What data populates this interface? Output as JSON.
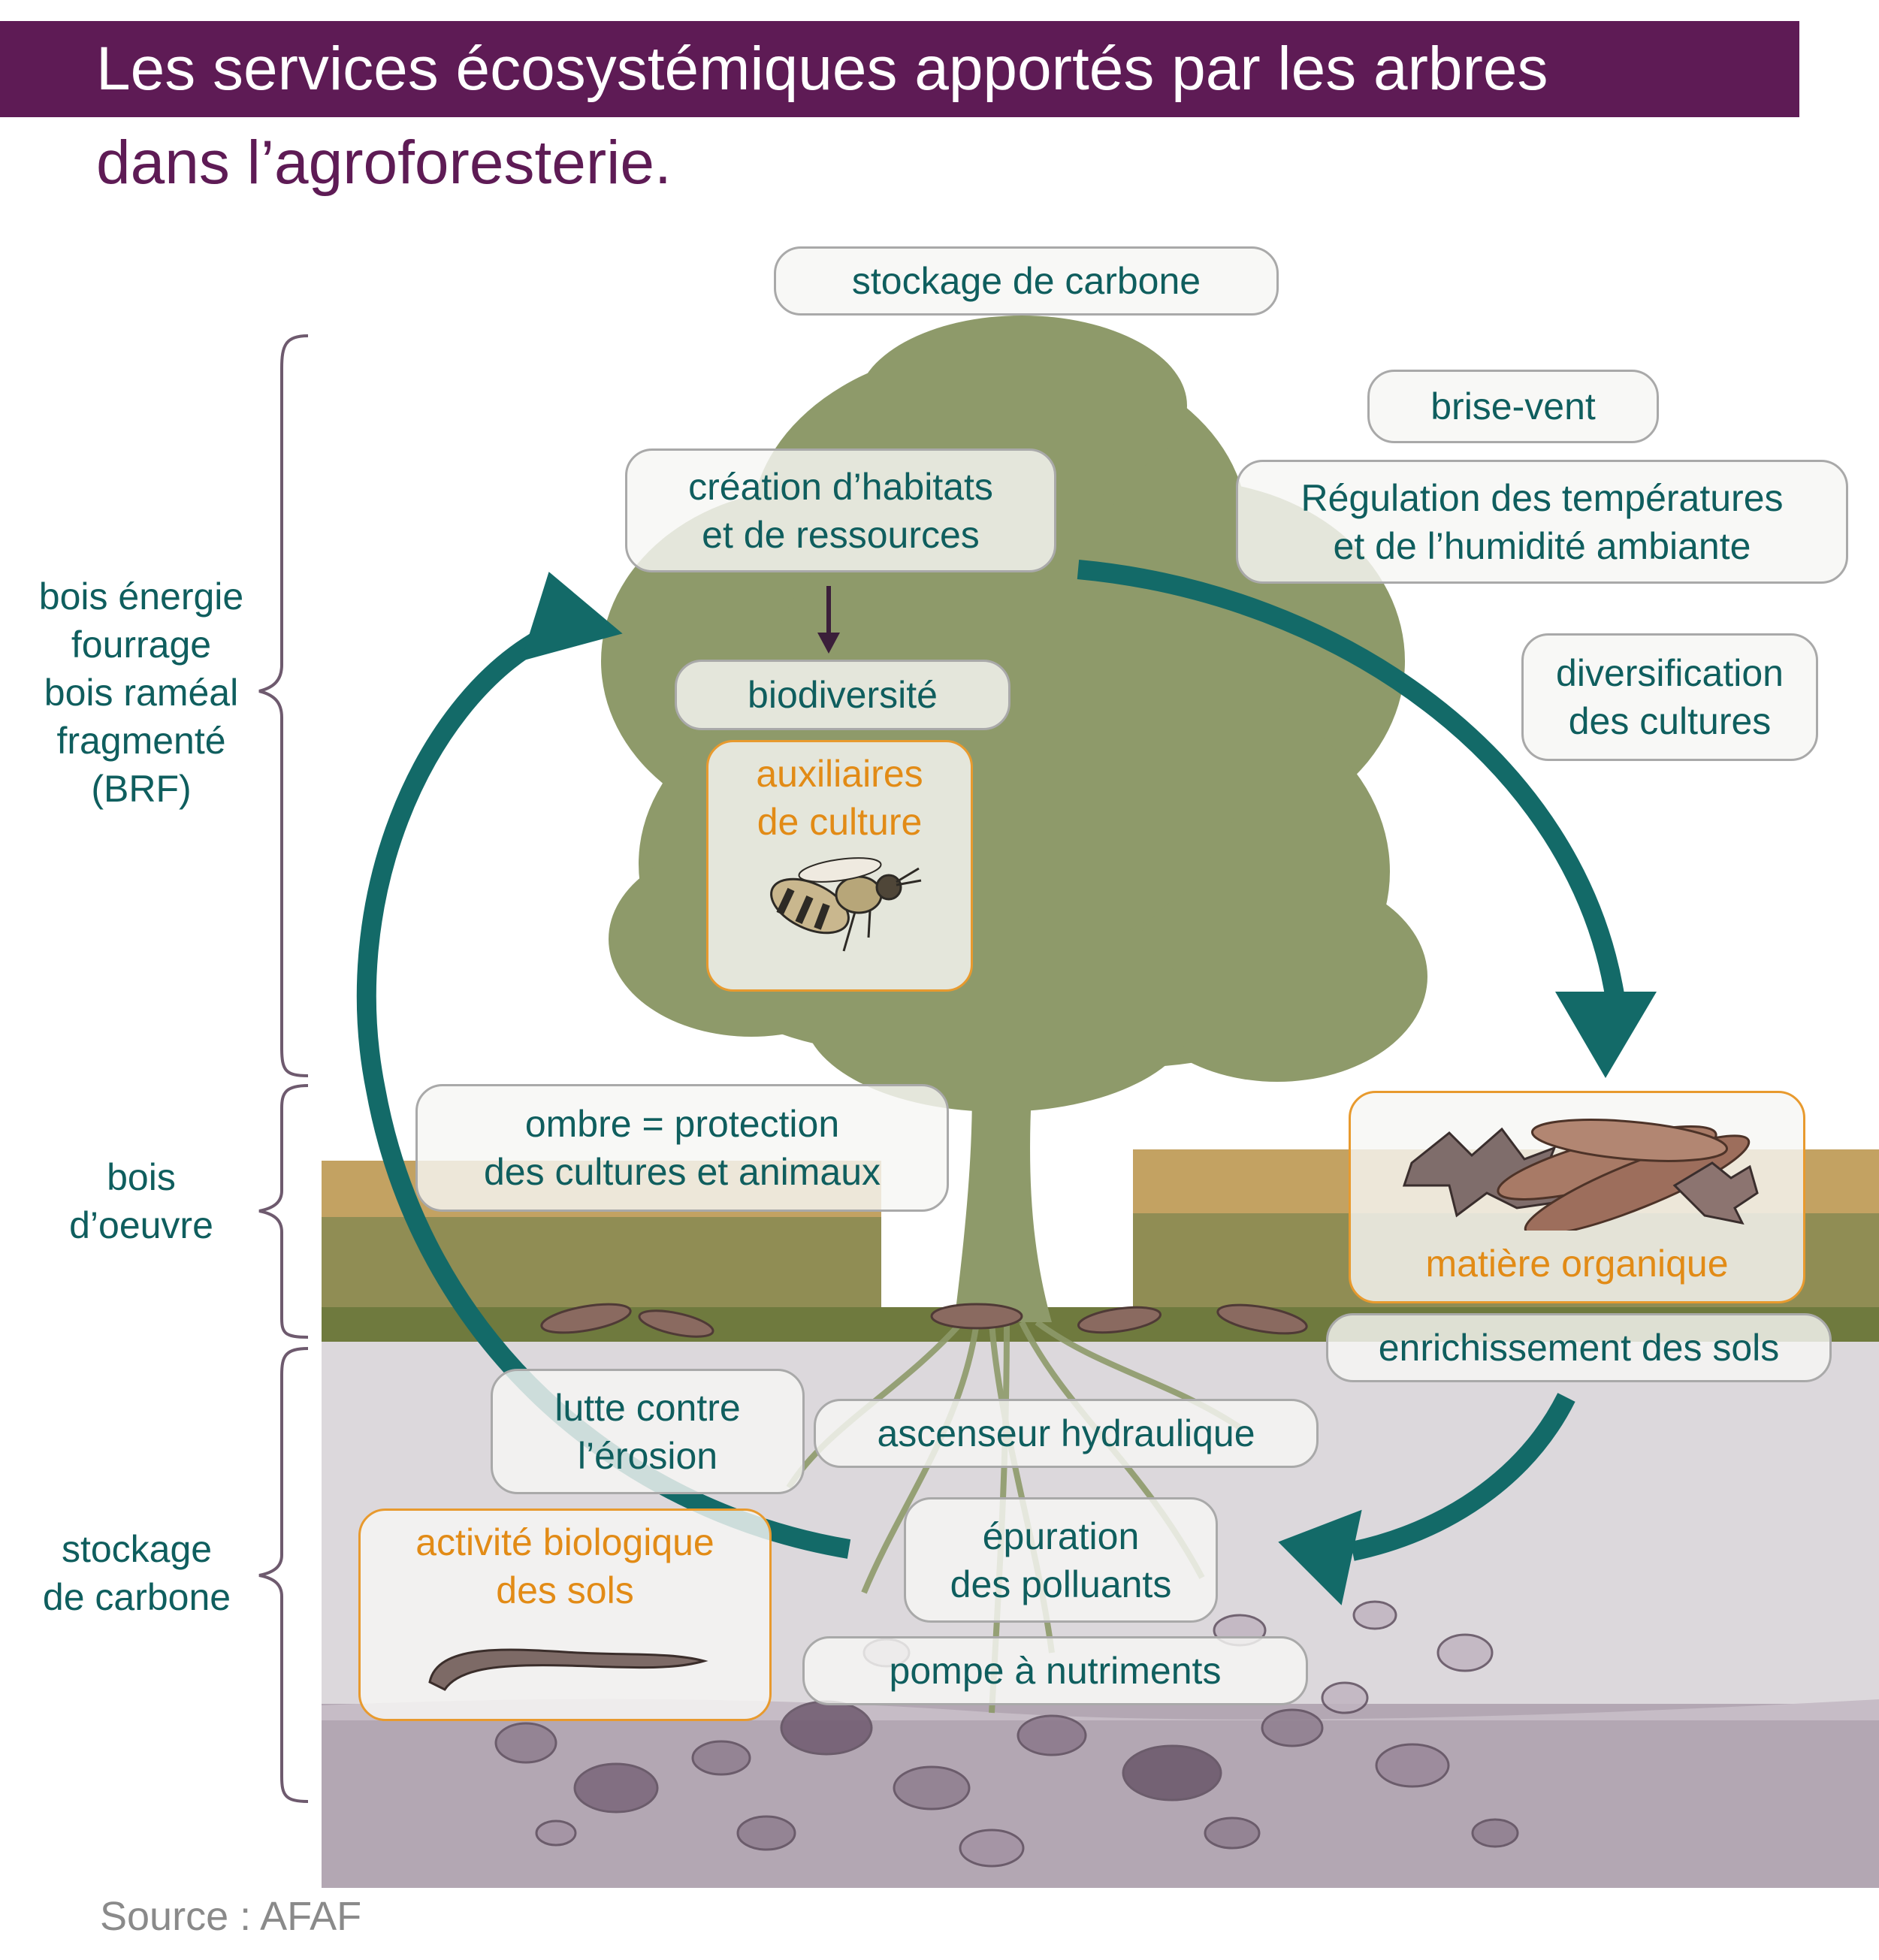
{
  "title": "Les services écosystémiques apportés par les arbres",
  "subtitle": "dans l’agroforesterie.",
  "source": "Source : AFAF",
  "colors": {
    "title_bg": "#5e1b55",
    "teal": "#0f5e5e",
    "orange": "#e28b16",
    "tree": "#8e9a6a",
    "soil_top": "#dcd8dc",
    "soil_bottom": "#b3a7b3"
  },
  "labels": {
    "stockage_top": "stockage de carbone",
    "brise_vent": "brise-vent",
    "regulation": [
      "Régulation des températures",
      "et de l’humidité ambiante"
    ],
    "habitats": [
      "création d’habitats",
      "et de ressources"
    ],
    "biodiversite": "biodiversité",
    "auxiliaires": [
      "auxiliaires",
      "de culture"
    ],
    "diversification": [
      "diversification",
      "des cultures"
    ],
    "ombre": [
      "ombre = protection",
      "des cultures et animaux"
    ],
    "matiere": "matière organique",
    "enrichissement": "enrichissement des sols",
    "lutte": [
      "lutte contre",
      "l’érosion"
    ],
    "ascenseur": "ascenseur hydraulique",
    "activite": [
      "activité biologique",
      "des sols"
    ],
    "epuration": [
      "épuration",
      "des polluants"
    ],
    "pompe": "pompe à nutriments"
  },
  "side_labels": {
    "bois_energie": [
      "bois énergie",
      "fourrage",
      "bois raméal",
      "fragmenté",
      "(BRF)"
    ],
    "bois_oeuvre": [
      "bois",
      "d’oeuvre"
    ],
    "stockage": [
      "stockage",
      "de carbone"
    ]
  },
  "icons": [
    "bee-icon",
    "worm-icon",
    "leaves-icon"
  ]
}
